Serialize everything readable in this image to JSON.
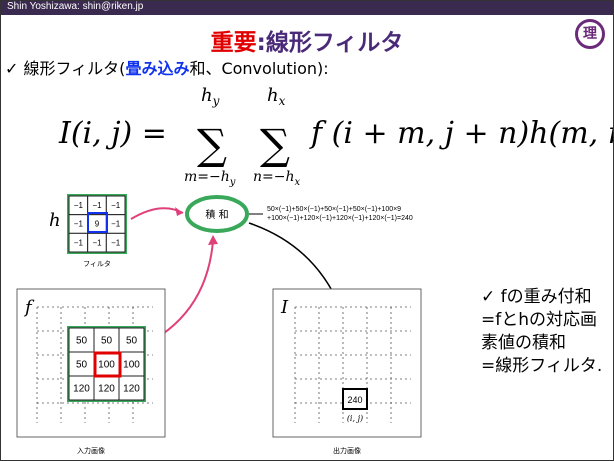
{
  "header": {
    "author": "Shin Yoshizawa: shin@riken.jp",
    "title_red": "重要",
    "title_dark": ":線形フィルタ",
    "logo_glyph": "理"
  },
  "subtitle": {
    "check": "✓",
    "pre": "線形フィルタ(",
    "highlight": "畳み込み",
    "post": "和、Convolution):"
  },
  "formula": {
    "lhs": "I(i, j) =",
    "sum1_top": "h",
    "sum1_top_sub": "y",
    "sum1_bottom": "m=−h",
    "sum1_bottom_sub": "y",
    "sum2_top": "h",
    "sum2_top_sub": "x",
    "sum2_bottom": "n=−h",
    "sum2_bottom_sub": "x",
    "rhs": "f (i + m, j + n)h(m, n)",
    "sigma": "∑"
  },
  "filter": {
    "label": "h",
    "cells": [
      "−1",
      "−1",
      "−1",
      "−1",
      "9",
      "−1",
      "−1",
      "−1",
      "−1"
    ],
    "caption": "フィルタ"
  },
  "product_sum": {
    "label": "積 和",
    "calc_line1": "50×(−1)+50×(−1)+50×(−1)+50×(−1)+100×9",
    "calc_line2": "+100×(−1)+120×(−1)+120×(−1)+120×(−1)=240"
  },
  "input_image": {
    "label": "f",
    "cells": [
      "50",
      "50",
      "50",
      "50",
      "100",
      "100",
      "120",
      "120",
      "120"
    ],
    "caption": "入力画像"
  },
  "output_image": {
    "label": "I",
    "value": "240",
    "coord": "(i, j)",
    "caption": "出力画像"
  },
  "note": {
    "line1": "✓ fの重み付和",
    "line2": "=fとhの対応画",
    "line3": "素値の積和",
    "line4": "=線形フィルタ."
  },
  "colors": {
    "accent_red": "#e00000",
    "accent_blue": "#1133ee",
    "header_dark": "#3b2a4f",
    "grid_green": "#3aa85a",
    "arrow_pink": "#e0407a"
  }
}
